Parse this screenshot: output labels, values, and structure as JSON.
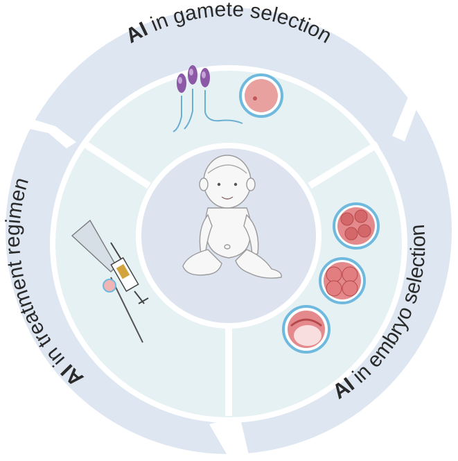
{
  "diagram": {
    "segments": [
      {
        "id": "gamete",
        "bold": "AI",
        "rest": " in gamete selection"
      },
      {
        "id": "embryo",
        "bold": "AI",
        "rest": " in embryo selection"
      },
      {
        "id": "treatment",
        "bold": "AI",
        "rest": " in treatment regimen"
      }
    ],
    "center_icon": "baby-icon",
    "colors": {
      "outer_ring": "#dde6f1",
      "inner_ring": "#e6f1f4",
      "center_disc": "#dde3ef",
      "divider": "#ffffff",
      "text": "#2a2a2a",
      "sperm_head": "#8b59a6",
      "sperm_tail": "#6aaed0",
      "egg": "#e9a1a0",
      "embryo_cell": "#e58a8c",
      "embryo_rim": "#6fb9de",
      "syringe_fluid": "#d3a43e"
    }
  }
}
